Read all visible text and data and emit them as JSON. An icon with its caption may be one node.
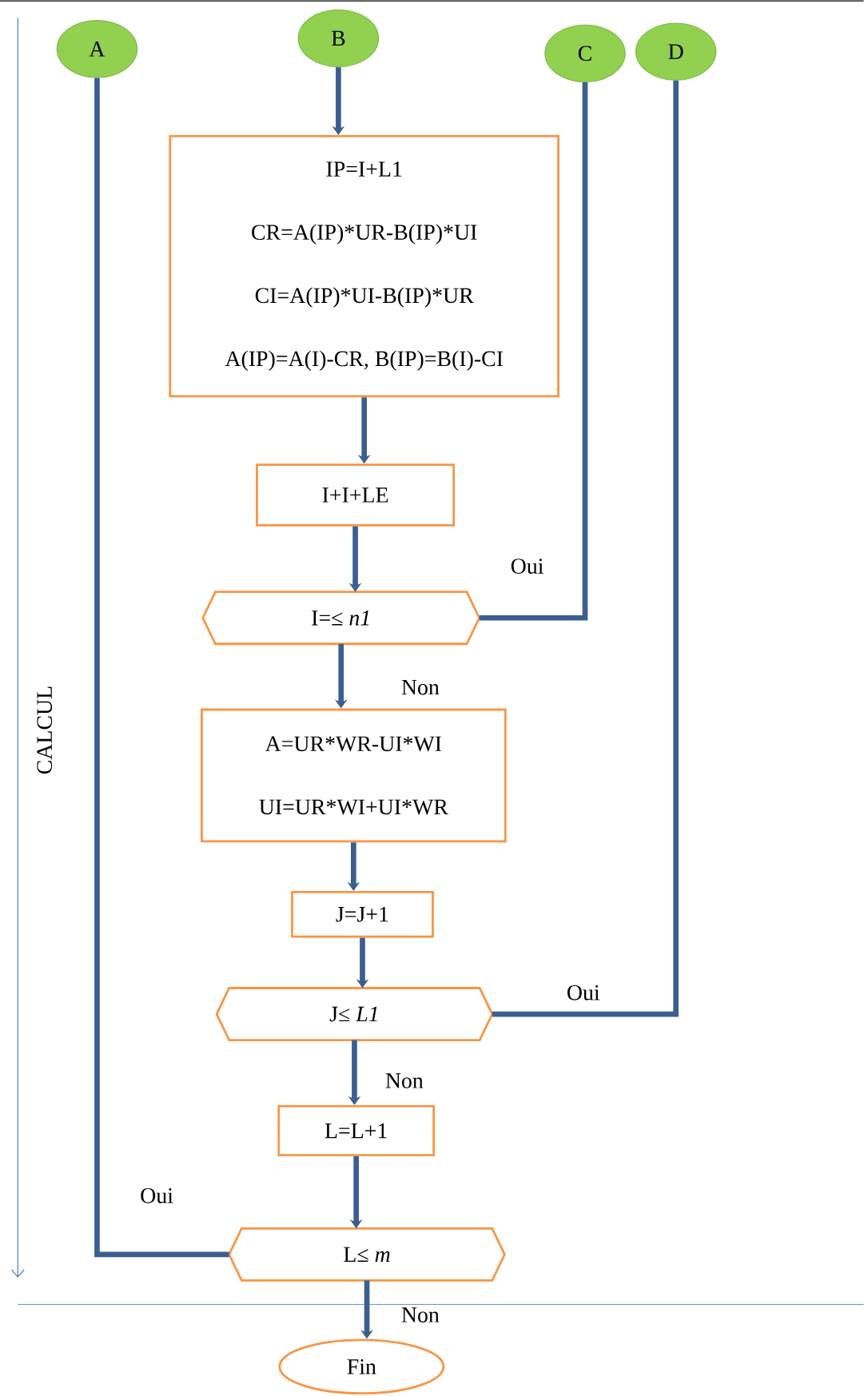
{
  "diagram": {
    "nodes": [
      {
        "text": [
          "A"
        ]
      },
      {
        "text": [
          "B"
        ]
      },
      {
        "text": [
          "C"
        ]
      },
      {
        "text": [
          "D"
        ]
      },
      {
        "text": [
          "IP=I+L1",
          "CR=A(IP)*UR-B(IP)*UI",
          "CI=A(IP)*UI-B(IP)*UR",
          "A(IP)=A(I)-CR, B(IP)=B(I)-CI"
        ]
      },
      {
        "text": [
          "I+I+LE"
        ]
      },
      {
        "text": [
          "I=≤ *n1*"
        ]
      },
      {
        "text": [
          "A=UR*WR-UI*WI",
          "UI=UR*WI+UI*WR"
        ]
      },
      {
        "text": [
          "J=J+1"
        ]
      },
      {
        "text": [
          "J≤ *L1*"
        ]
      },
      {
        "text": [
          "L=L+1"
        ]
      },
      {
        "text": [
          "L≤ *m*"
        ]
      },
      {
        "text": [
          "Fin"
        ]
      }
    ],
    "edges": [
      {
        "from": 1,
        "to": 4,
        "arrow": "to"
      },
      {
        "from": 4,
        "to": 5,
        "arrow": "to"
      },
      {
        "from": 5,
        "to": 6,
        "arrow": "to"
      },
      {
        "from": 6,
        "to": 7,
        "arrow": "to",
        "label": "Non"
      },
      {
        "from": 7,
        "to": 8,
        "arrow": "to"
      },
      {
        "from": 8,
        "to": 9,
        "arrow": "to"
      },
      {
        "from": 9,
        "to": 10,
        "arrow": "to",
        "label": "Non"
      },
      {
        "from": 10,
        "to": 11,
        "arrow": "to"
      },
      {
        "from": 11,
        "to": 12,
        "arrow": "to",
        "label": "Non"
      },
      {
        "from": 6,
        "to": 2,
        "arrow": "none",
        "label": "Oui"
      },
      {
        "from": 9,
        "to": 3,
        "arrow": "none",
        "label": "Oui"
      },
      {
        "from": 11,
        "to": 0,
        "arrow": "none",
        "label": "Oui"
      }
    ],
    "labels": [
      "CALCUL"
    ]
  }
}
